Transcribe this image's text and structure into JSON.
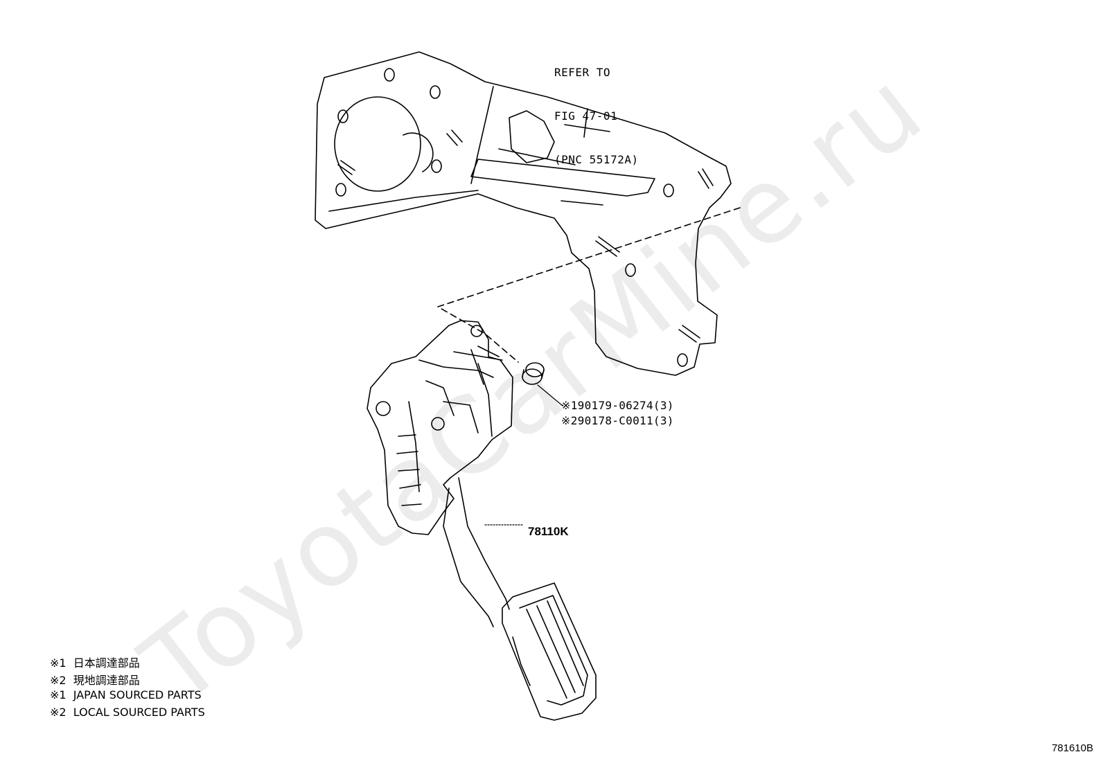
{
  "refer_note": {
    "line1": "REFER TO",
    "line2": "FIG 47-01",
    "line3": "(PNC 55172A)"
  },
  "parts": [
    {
      "marker": "※1",
      "part_number": "90179-06274(3)"
    },
    {
      "marker": "※2",
      "part_number": "90178-C0011(3)"
    }
  ],
  "pedal_label": "78110K",
  "legend": [
    "※1  日本調達部品",
    "※2  現地調達部品",
    "※1  JAPAN SOURCED PARTS",
    "※2  LOCAL SOURCED PARTS"
  ],
  "illustration_id": "781610B",
  "watermark": "ToyotaCarMine.ru"
}
